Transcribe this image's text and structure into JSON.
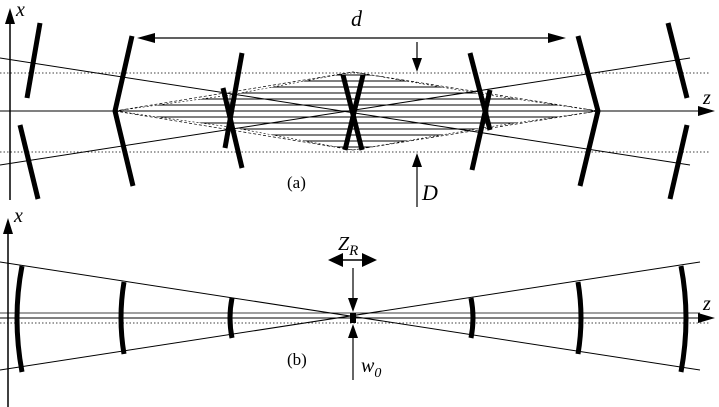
{
  "top_panel": {
    "caption": "(a)",
    "x_axis_label": "x",
    "z_axis_label": "z",
    "distance_label": "d",
    "aperture_label": "D"
  },
  "bottom_panel": {
    "caption": "(b)",
    "x_axis_label": "x",
    "z_axis_label": "z",
    "rayleigh_label_main": "Z",
    "rayleigh_label_sub": "R",
    "waist_label_main": "w",
    "waist_label_sub": "0"
  }
}
